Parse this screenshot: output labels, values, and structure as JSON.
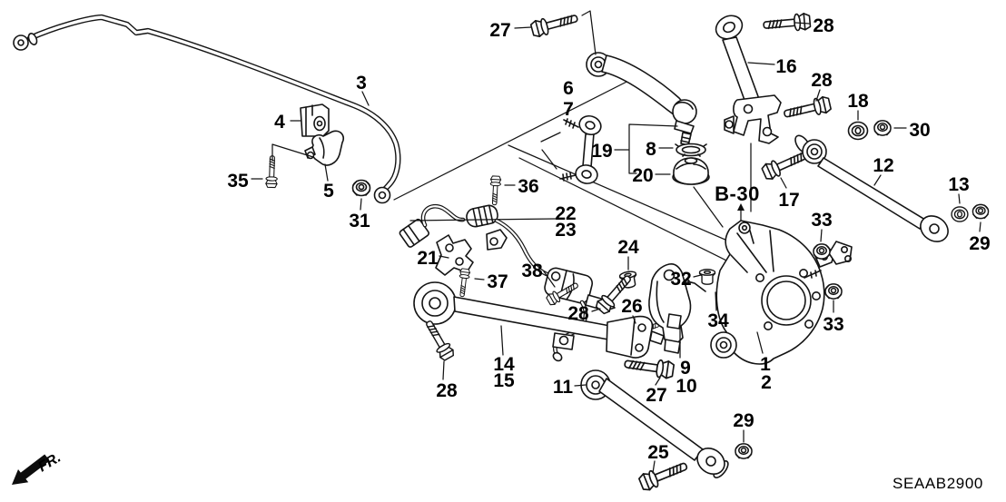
{
  "diagram": {
    "code": "SEAAB2900",
    "direction_label": "FR.",
    "reference_label": "B-30",
    "callouts": {
      "n1": "1",
      "n2": "2",
      "n3": "3",
      "n4": "4",
      "n5": "5",
      "n6": "6",
      "n7": "7",
      "n8": "8",
      "n9": "9",
      "n10": "10",
      "n11": "11",
      "n12": "12",
      "n13": "13",
      "n14": "14",
      "n15": "15",
      "n16": "16",
      "n17": "17",
      "n18": "18",
      "n19": "19",
      "n20": "20",
      "n21": "21",
      "n22": "22",
      "n23": "23",
      "n24": "24",
      "n25": "25",
      "n26": "26",
      "n27": "27",
      "n28": "28",
      "n29": "29",
      "n30": "30",
      "n31": "31",
      "n32": "32",
      "n33": "33",
      "n34": "34",
      "n35": "35",
      "n36": "36",
      "n37": "37",
      "n38": "38"
    }
  }
}
